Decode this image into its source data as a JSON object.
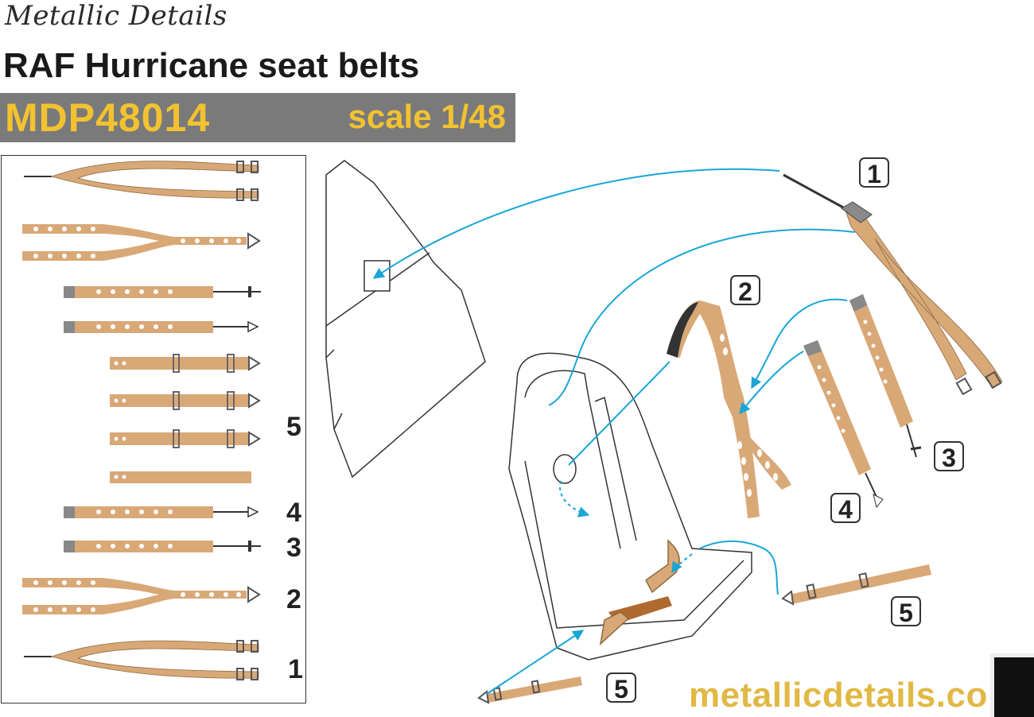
{
  "brand": "Metallic Details",
  "title": "RAF Hurricane seat belts",
  "code": "MDP48014",
  "scale": "scale 1/48",
  "website": "metallicdetails.co",
  "side_labels": [
    "5",
    "4",
    "3",
    "2",
    "1"
  ],
  "callouts": [
    "1",
    "2",
    "3",
    "4",
    "5",
    "5"
  ],
  "colors": {
    "strap": "#d9a877",
    "metal": "#8a8a8a",
    "arrow": "#1aa6d6",
    "accent": "#f2c230",
    "bar": "#7a7a7a"
  }
}
